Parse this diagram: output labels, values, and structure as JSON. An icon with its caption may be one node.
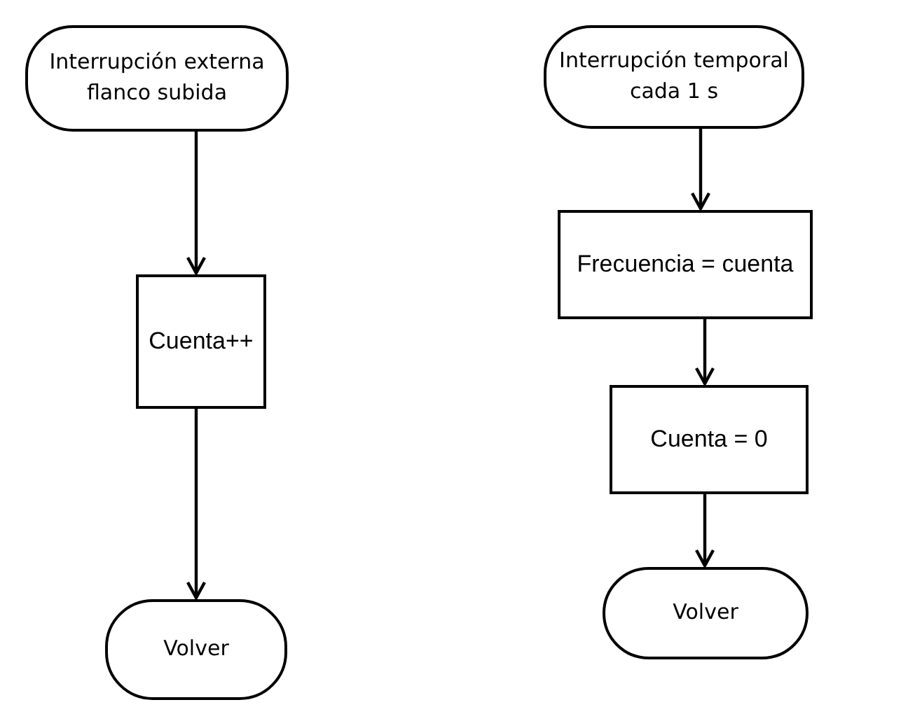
{
  "diagram": {
    "nodes": [
      {
        "text": [
          "Interrupción externa flanco subida"
        ]
      },
      {
        "text": [
          "Cuenta++"
        ]
      },
      {
        "text": [
          "Volver"
        ]
      },
      {
        "text": [
          "Interrupción temporal cada 1 s"
        ]
      },
      {
        "text": [
          "Frecuencia = cuenta"
        ]
      },
      {
        "text": [
          "Cuenta = 0"
        ]
      },
      {
        "text": [
          "Volver"
        ]
      }
    ],
    "edges": [
      {
        "from": 0,
        "to": 1,
        "arrow": "to"
      },
      {
        "from": 1,
        "to": 2,
        "arrow": "to"
      },
      {
        "from": 3,
        "to": 4,
        "arrow": "to"
      },
      {
        "from": 4,
        "to": 5,
        "arrow": "to"
      },
      {
        "from": 5,
        "to": 6,
        "arrow": "to"
      }
    ]
  }
}
